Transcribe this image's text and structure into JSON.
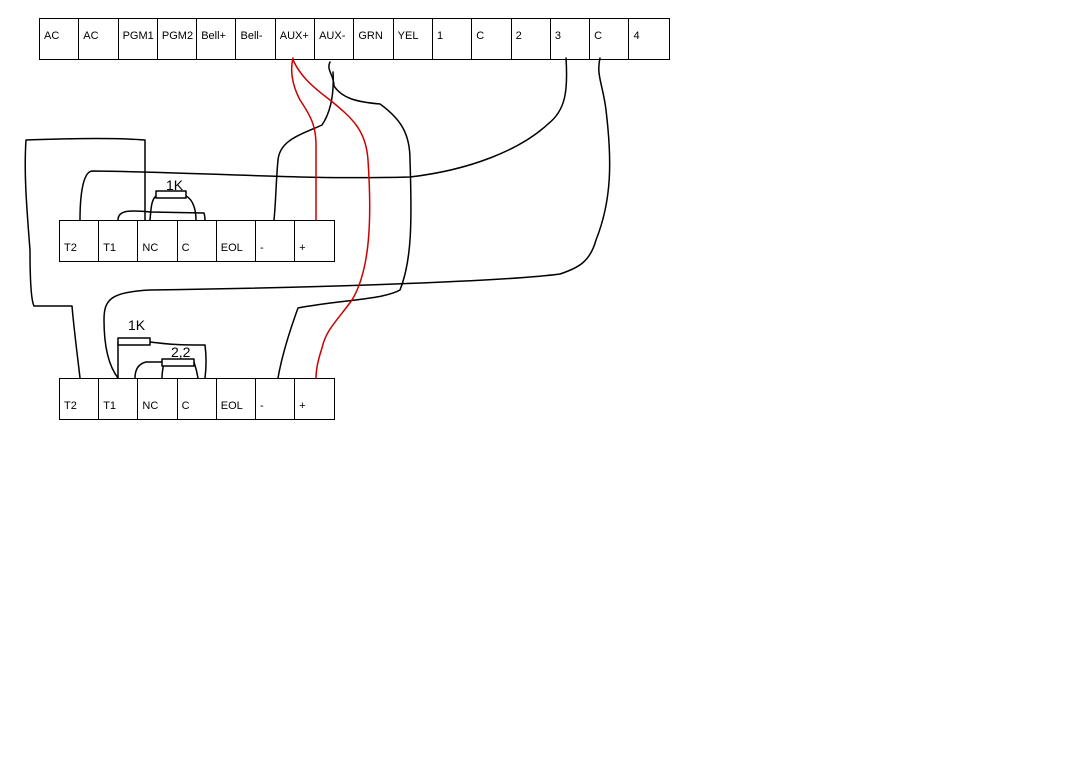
{
  "panel_terminals": [
    "AC",
    "AC",
    "PGM1",
    "PGM2",
    "Bell+",
    "Bell-",
    "AUX+",
    "AUX-",
    "GRN",
    "YEL",
    "1",
    "C",
    "2",
    "3",
    "C",
    "4"
  ],
  "detector_top": {
    "terminals": [
      "T2",
      "T1",
      "NC",
      "C",
      "EOL",
      "-",
      "+"
    ],
    "resistors": [
      "1K"
    ]
  },
  "detector_bottom": {
    "terminals": [
      "T2",
      "T1",
      "NC",
      "C",
      "EOL",
      "-",
      "+"
    ],
    "resistors": [
      "1K",
      "2,2"
    ]
  },
  "colors": {
    "wire_black": "#000000",
    "wire_red": "#cc0000"
  }
}
